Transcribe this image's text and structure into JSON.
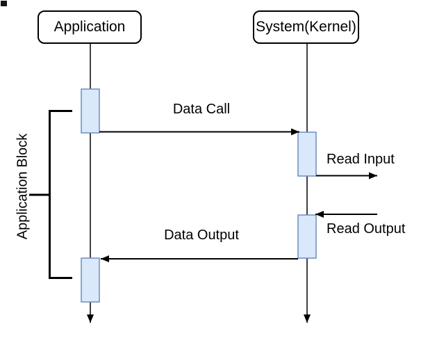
{
  "diagram": {
    "type": "uml-sequence-diagram",
    "participants": [
      {
        "id": "application",
        "label": "Application"
      },
      {
        "id": "system",
        "label": "System(Kernel)"
      }
    ],
    "messages": [
      {
        "label": "Data Call",
        "from": "Application",
        "to": "System(Kernel)",
        "direction": "right"
      },
      {
        "label": "Read Input",
        "from": "System(Kernel)",
        "to": "outside-right",
        "direction": "right"
      },
      {
        "label": "Read Output",
        "from": "outside-right",
        "to": "System(Kernel)",
        "direction": "left"
      },
      {
        "label": "Data Output",
        "from": "System(Kernel)",
        "to": "Application",
        "direction": "left"
      }
    ],
    "annotation": {
      "label": "Application Block"
    },
    "colors": {
      "activation_fill": "#dae8fc",
      "activation_stroke": "#6c8ebf",
      "line": "#000000",
      "background": "#ffffff"
    }
  }
}
